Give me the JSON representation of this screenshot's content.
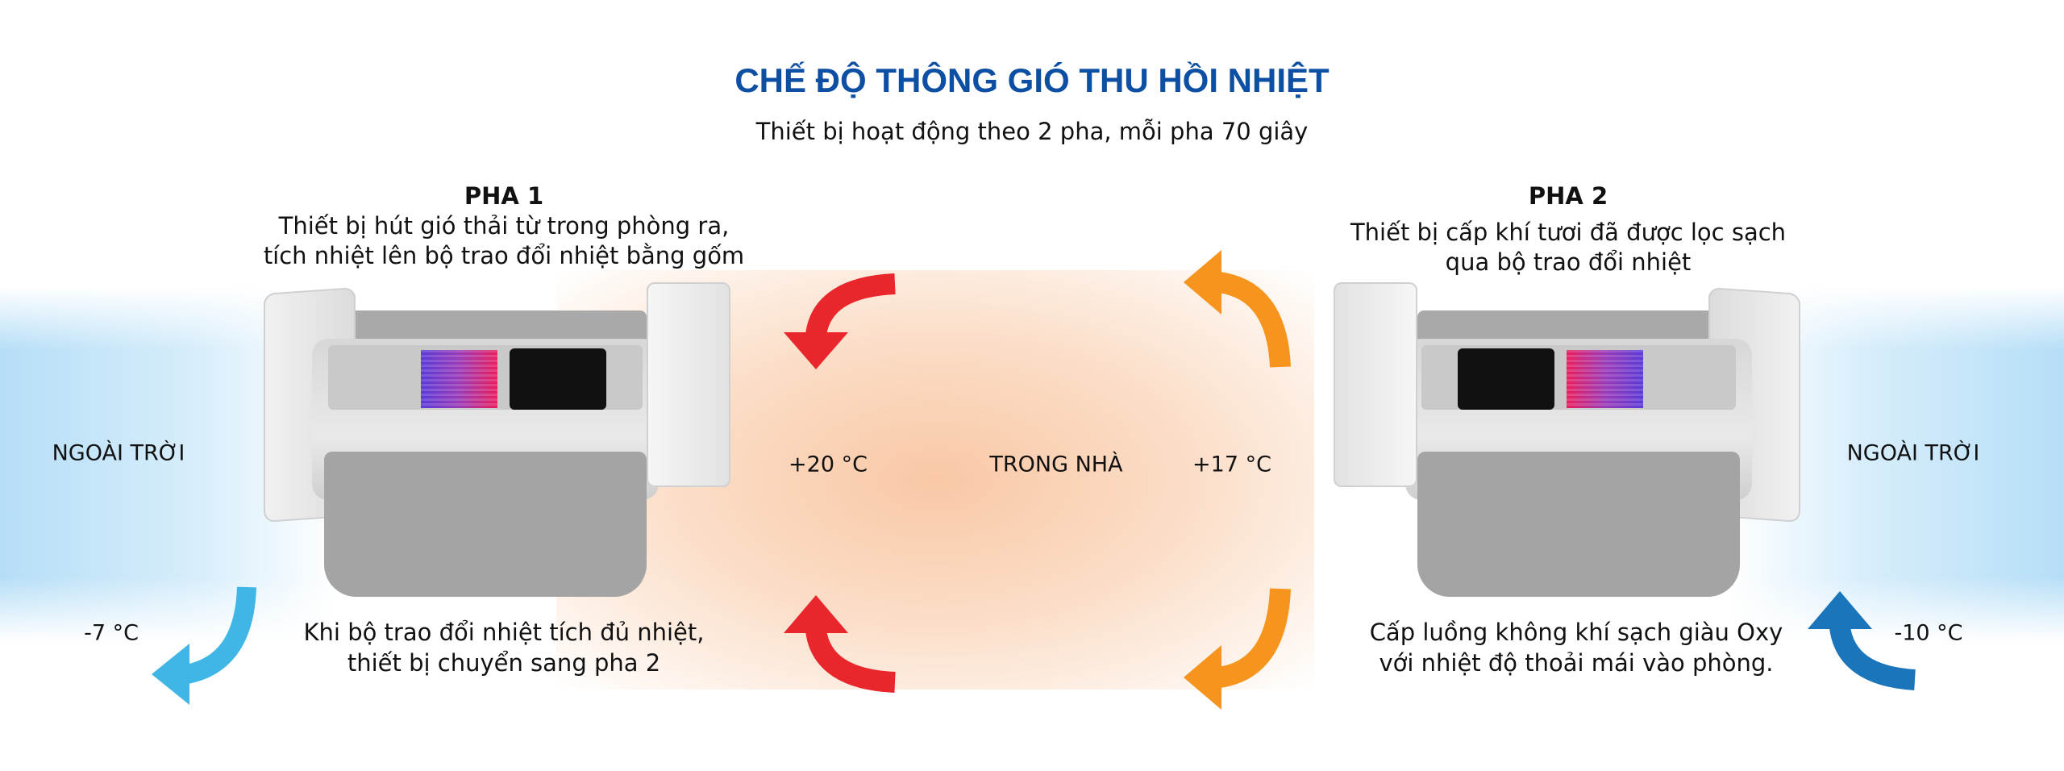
{
  "header": {
    "title": "CHẾ ĐỘ THÔNG GIÓ THU HỒI NHIỆT",
    "subtitle": "Thiết bị hoạt động theo 2 pha, mỗi pha 70 giây"
  },
  "phase1": {
    "title": "PHA 1",
    "line1": "Thiết bị hút gió thải từ trong phòng ra,",
    "line2": "tích nhiệt lên bộ trao đổi nhiệt bằng gốm",
    "caption_line1": "Khi bộ trao đổi nhiệt tích đủ nhiệt,",
    "caption_line2": "thiết bị chuyển sang pha 2",
    "outdoor_label": "NGOÀI TRỜI",
    "outdoor_temp": "-7 °C",
    "indoor_temp": "+20 °C"
  },
  "phase2": {
    "title": "PHA 2",
    "line1": "Thiết bị cấp khí tươi đã được lọc sạch",
    "line2": "qua bộ trao đổi nhiệt",
    "caption_line1": "Cấp luồng không khí sạch giàu Oxy",
    "caption_line2": "với nhiệt độ thoải mái vào phòng.",
    "outdoor_label": "NGOÀI TRỜI",
    "outdoor_temp": "-10 °C",
    "indoor_temp": "+17 °C"
  },
  "indoor_label": "TRONG NHÀ",
  "colors": {
    "title": "#0d4fa3",
    "warm_arrow": "#e8262b",
    "supply_arrow": "#f7941d",
    "exhaust_out_arrow": "#3fb6e5",
    "intake_arrow": "#1a75bb"
  }
}
